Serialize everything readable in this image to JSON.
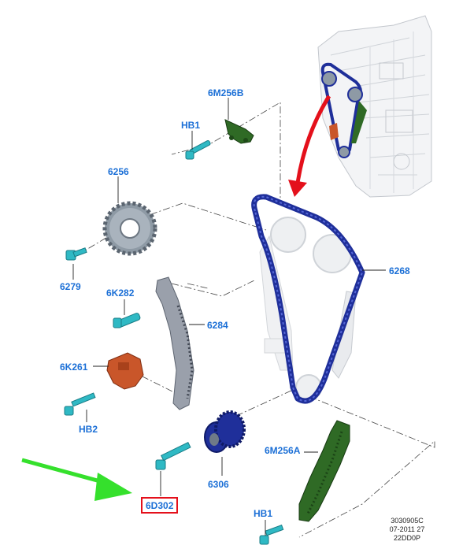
{
  "callouts": {
    "tensioner_guide_b": "6M256B",
    "bolt_hb1_top": "HB1",
    "sprocket_6256": "6256",
    "bolt_6279": "6279",
    "pin_6k282": "6K282",
    "guide_6284": "6284",
    "tensioner_6k261": "6K261",
    "bolt_hb2": "HB2",
    "chain_6268": "6268",
    "guide_a": "6M256A",
    "sprocket_6306": "6306",
    "bolt_6d302": "6D302",
    "bolt_hb1_bottom": "HB1"
  },
  "footer_codes": [
    "3030905C",
    "07-2011 27",
    "22DD0P"
  ],
  "colors": {
    "callout_text": "#1b6fd6",
    "highlight_box": "#e4101b",
    "pointer_arrow_red": "#e4101b",
    "pointer_arrow_green": "#35e02c",
    "chain_blue": "#1f2f9a",
    "guide_green": "#2f6a25",
    "bolt_cyan": "#2fb9c4",
    "sprocket_gray": "#8e9aa5",
    "tensioner_orange": "#c9562a",
    "guide_gray": "#9aa0ab"
  },
  "icons": [
    "engine-block-icon",
    "timing-chain-icon",
    "sprocket-icon",
    "chain-guide-icon",
    "tensioner-icon",
    "bolt-icon",
    "pointer-arrow-icon"
  ]
}
